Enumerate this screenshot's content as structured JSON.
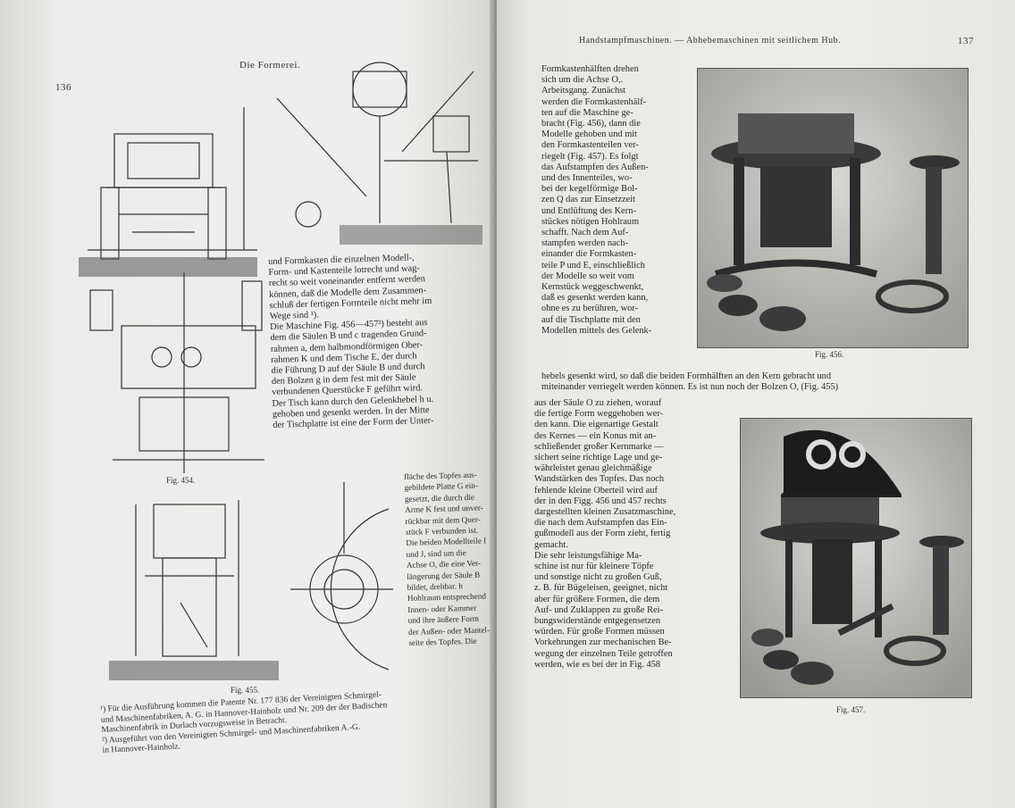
{
  "left_page": {
    "page_number": "136",
    "header": "Die Formerei.",
    "body_lines": [
      "und Formkasten die einzelnen Modell-,",
      "Form- und Kastenteile lotrecht und wag-",
      "recht so weit voneinander entfernt werden",
      "können, daß die Modelle dem Zusammen-",
      "schluß der fertigen Formteile nicht mehr im",
      "Wege sind ¹).",
      "Die Maschine Fig. 456—457²) besteht aus",
      "dem die Säulen B und c tragenden Grund-",
      "rahmen a, dem halbmondförmigen Ober-",
      "rahmen K und dem Tische E, der durch",
      "die Führung D auf der Säule B und durch",
      "den Bolzen g in dem fest mit der Säule",
      "verbundenen Querstücke F geführt wird.",
      "Der Tisch kann durch den Gelenkhebel h u.",
      "gehoben und gesenkt werden. In der Mitte",
      "der Tischplatte ist eine der Form der Unter-"
    ],
    "narrow_lines": [
      "fläche des Topfes aus-",
      "gebildete Platte G ein-",
      "gesetzt, die durch die",
      "Arme K fest und unver-",
      "rückbar mit dem Quer-",
      "stück F verbunden ist.",
      "Die beiden Modellteile I",
      "und J, sind um die",
      "Achse O, die eine Ver-",
      "längerung der Säule B",
      "bildet, drehbar. h",
      "Hohlraum entsprechend",
      "Innen- oder Kammer",
      "und ihre äußere Form",
      "der Außen- oder Mantel-",
      "seite des Topfes. Die"
    ],
    "fig_labels": [
      "Fig. 454.",
      "Fig. 455."
    ],
    "footnotes": [
      "¹) Für die Ausführung kommen die Patente Nr. 177 836 der Vereinigten Schmirgel-",
      "und Maschinenfabriken, A. G. in Hannover-Hainholz und Nr. 209 der der Badischen",
      "Maschinenfabrik in Durlach vorzugsweise in Betracht.",
      "²) Ausgeführt von den Vereinigten Schmirgel- und Maschinenfabriken A.-G.",
      "in Hannover-Hainholz."
    ]
  },
  "right_page": {
    "header": "Handstampfmaschinen. — Abhebemaschinen mit seitlichem Hub.",
    "page_number": "137",
    "col_lines": [
      "Formkastenhälften drehen",
      "sich um die Achse O,.",
      "Arbeitsgang. Zunächst",
      "werden die Formkastenhälf-",
      "ten auf die Maschine ge-",
      "bracht (Fig. 456), dann die",
      "Modelle gehoben und mit",
      "den Formkastenteilen ver-",
      "riegelt (Fig. 457). Es folgt",
      "das Aufstampfen des Außen-",
      "und des Innenteiles, wo-",
      "bei der kegelförmige Bol-",
      "zen Q das zur Einsetzzeit",
      "und Entlüftung des Kern-",
      "stückes nötigen Hohlraum",
      "schafft. Nach dem Auf-",
      "stampfen werden nach-",
      "einander die Formkasten-",
      "teile P und E, einschließlich",
      "der Modelle so weit vom",
      "Kernstück weggeschwenkt,",
      "daß es gesenkt werden kann,",
      "ohne es zu berühren, wor-",
      "auf die Tischplatte mit den",
      "Modellen mittels des Gelenk-"
    ],
    "full_lines": [
      "hebels gesenkt wird, so daß die beiden Formhälften an den Kern gebracht und",
      "miteinander verriegelt werden können. Es ist nun noch der Bolzen O, (Fig. 455)"
    ],
    "col2_lines": [
      "aus der Säule O zu ziehen, worauf",
      "die fertige Form weggehoben wer-",
      "den kann. Die eigenartige Gestalt",
      "des Kernes — ein Konus mit an-",
      "schließender großer Kernmarke —",
      "sichert seine richtige Lage und ge-",
      "währleistet genau gleichmäßige",
      "Wandstärken des Topfes. Das noch",
      "fehlende kleine Oberteil wird auf",
      "der in den Figg. 456 und 457 rechts",
      "dargestellten kleinen Zusatzmaschine,",
      "die nach dem Aufstampfen das Ein-",
      "gußmodell aus der Form zieht, fertig",
      "gemacht.",
      "Die sehr leistungsfähige Ma-",
      "schine ist nur für kleinere Töpfe",
      "und sonstige nicht zu großen Guß,",
      "z. B. für Bügeleisen, geeignet, nicht",
      "aber für größere Formen, die dem",
      "Auf- und Zuklappen zu große Rei-",
      "bungswiderstände entgegensetzen",
      "würden. Für große Formen müssen",
      "Vorkehrungen zur mechanischen Be-",
      "wegung der einzelnen Teile getroffen",
      "werden, wie es bei der in Fig. 458"
    ],
    "fig_labels": [
      "Fig. 456.",
      "Fig. 457."
    ]
  }
}
